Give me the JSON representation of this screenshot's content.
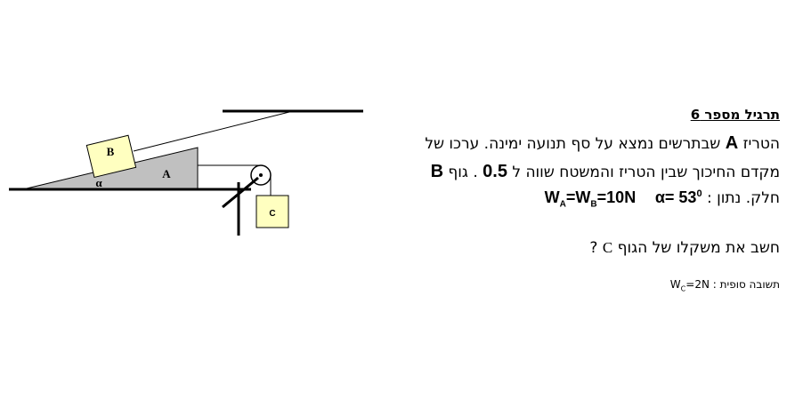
{
  "exercise": {
    "title": "תרגיל מספר 6",
    "line1": {
      "start": "הטריז",
      "wedge": "A",
      "rest": "שבתרשים נמצא על סף תנועה ימינה. ערכו של"
    },
    "line2": {
      "text": "מקדם החיכוך שבין הטריז והמשטח שווה ל",
      "mu": "0.5",
      "sep": " . ",
      "body": "גוף",
      "body_label": "B"
    },
    "line3": {
      "text": "חלק. נתון",
      "colon": " : ",
      "alpha_expr": "α= 53",
      "alpha_exp": "0",
      "w": "W",
      "sub_a": "A",
      "eq_mid": "=W",
      "sub_b": "B",
      "eq_end": "=10N"
    },
    "question": {
      "text": "חשב את משקלו של הגוף",
      "body": "C",
      "mark": " ?"
    },
    "answer": {
      "label": "תשובה סופית :",
      "w": "W",
      "sub": "C",
      "value": "=2N"
    }
  },
  "diagram": {
    "block_b": "B",
    "wedge_label": "A",
    "angle_label": "α",
    "block_c": "C",
    "colors": {
      "wedge_fill": "#c0c0c0",
      "block_b_fill": "#ffffc0",
      "block_c_fill": "#ffffc0",
      "stroke": "#000000"
    }
  }
}
